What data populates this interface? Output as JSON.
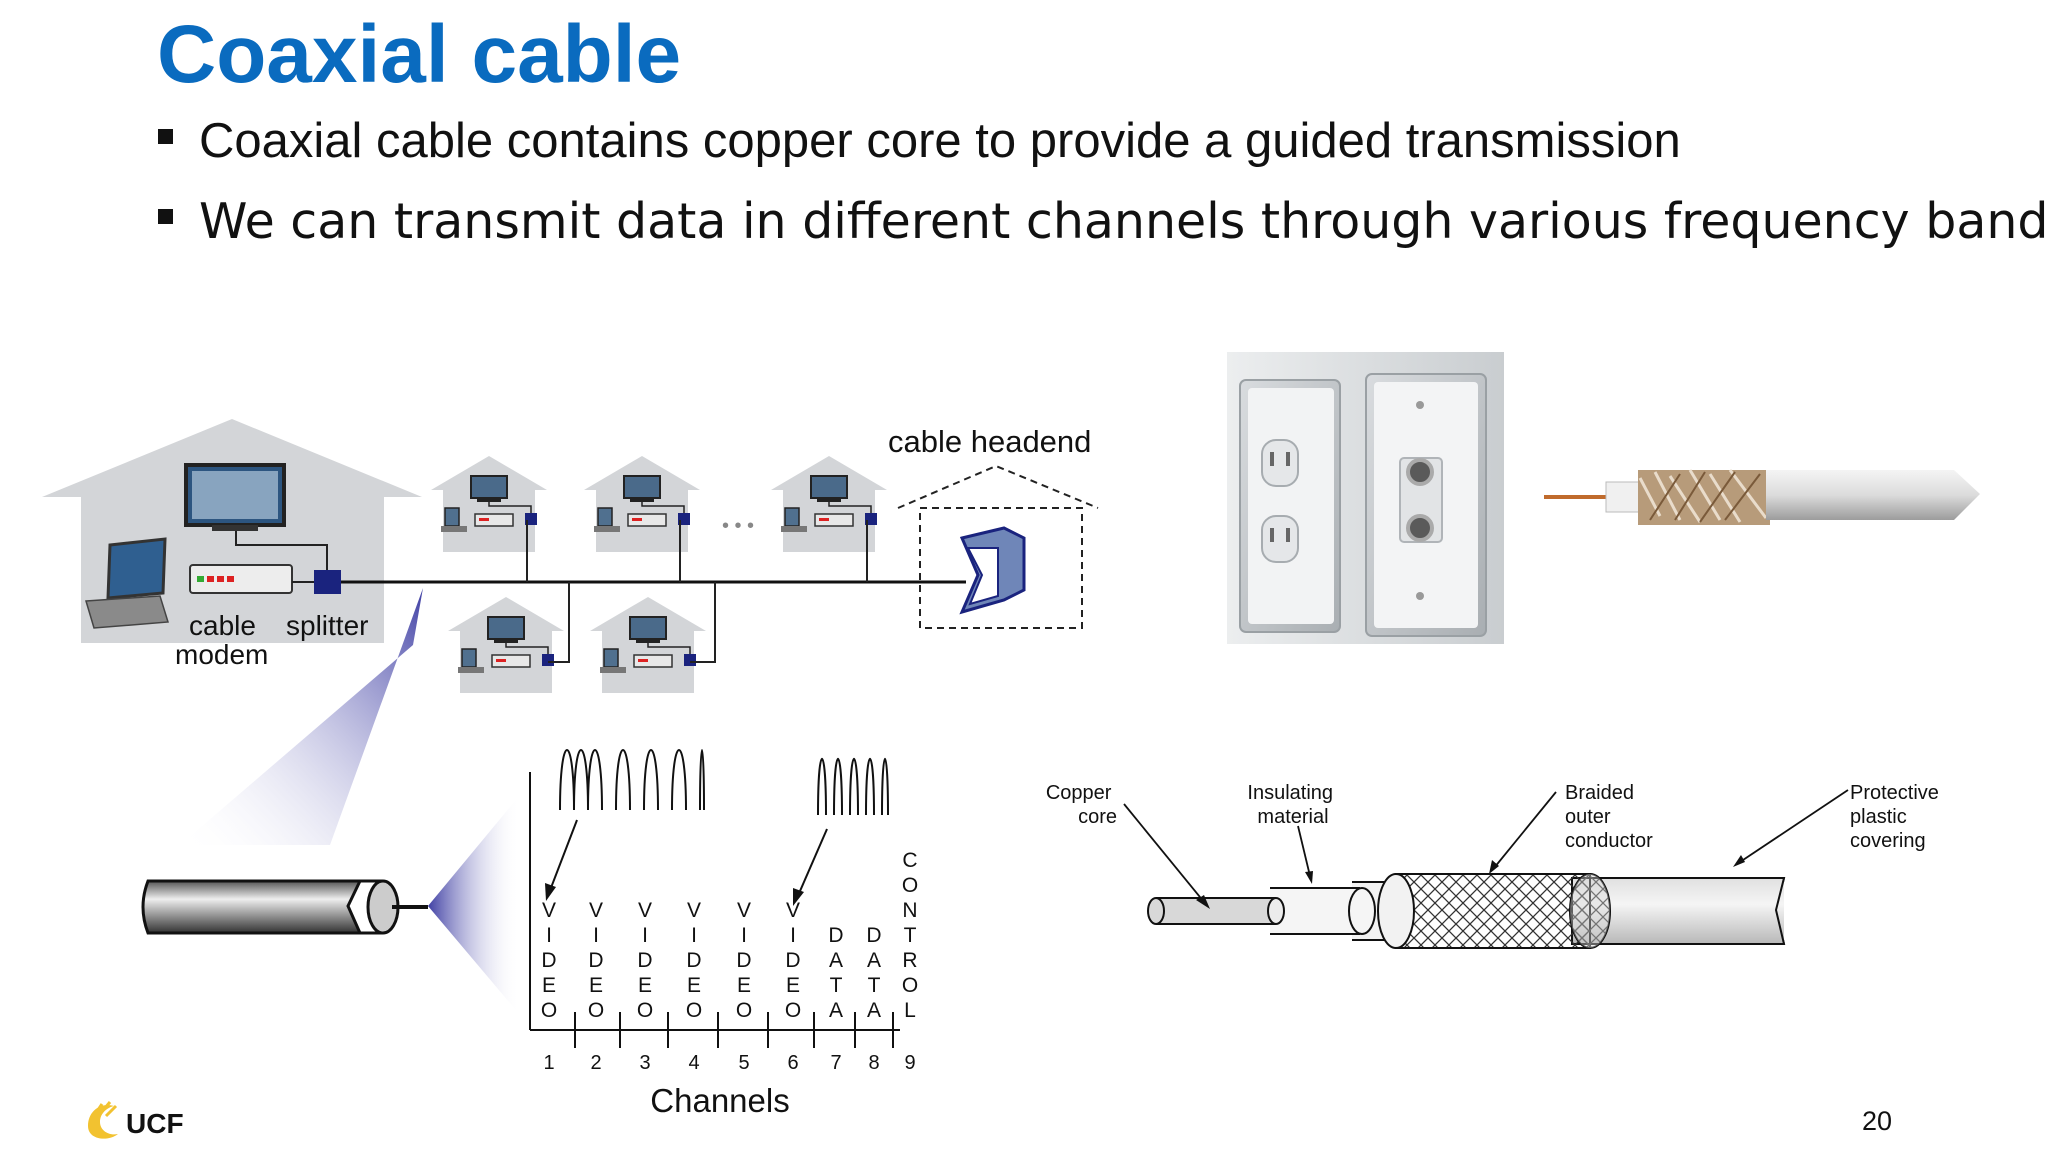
{
  "slide": {
    "title": "Coaxial cable",
    "bullets": [
      "Coaxial cable contains copper core to provide a guided transmission",
      "We can transmit data in different channels through various frequency bands"
    ],
    "page_number": "20",
    "logo_text": "UCF"
  },
  "network_diagram": {
    "headend_label": "cable headend",
    "modem_label_line1": "cable",
    "modem_label_line2": "modem",
    "splitter_label": "splitter",
    "ellipsis": "• • •"
  },
  "channels": {
    "axis_label": "Channels",
    "items": [
      {
        "number": "1",
        "letters": [
          "V",
          "I",
          "D",
          "E",
          "O"
        ]
      },
      {
        "number": "2",
        "letters": [
          "V",
          "I",
          "D",
          "E",
          "O"
        ]
      },
      {
        "number": "3",
        "letters": [
          "V",
          "I",
          "D",
          "E",
          "O"
        ]
      },
      {
        "number": "4",
        "letters": [
          "V",
          "I",
          "D",
          "E",
          "O"
        ]
      },
      {
        "number": "5",
        "letters": [
          "V",
          "I",
          "D",
          "E",
          "O"
        ]
      },
      {
        "number": "6",
        "letters": [
          "V",
          "I",
          "D",
          "E",
          "O"
        ]
      },
      {
        "number": "7",
        "letters": [
          "D",
          "A",
          "T",
          "A"
        ]
      },
      {
        "number": "8",
        "letters": [
          "D",
          "A",
          "T",
          "A"
        ]
      },
      {
        "number": "9",
        "letters": [
          "C",
          "O",
          "N",
          "T",
          "R",
          "O",
          "L"
        ]
      }
    ]
  },
  "cable_cross_section": {
    "copper_core": [
      "Copper",
      "core"
    ],
    "insulating": [
      "Insulating",
      "material"
    ],
    "braided": [
      "Braided",
      "outer",
      "conductor"
    ],
    "protective": [
      "Protective",
      "plastic",
      "covering"
    ]
  }
}
